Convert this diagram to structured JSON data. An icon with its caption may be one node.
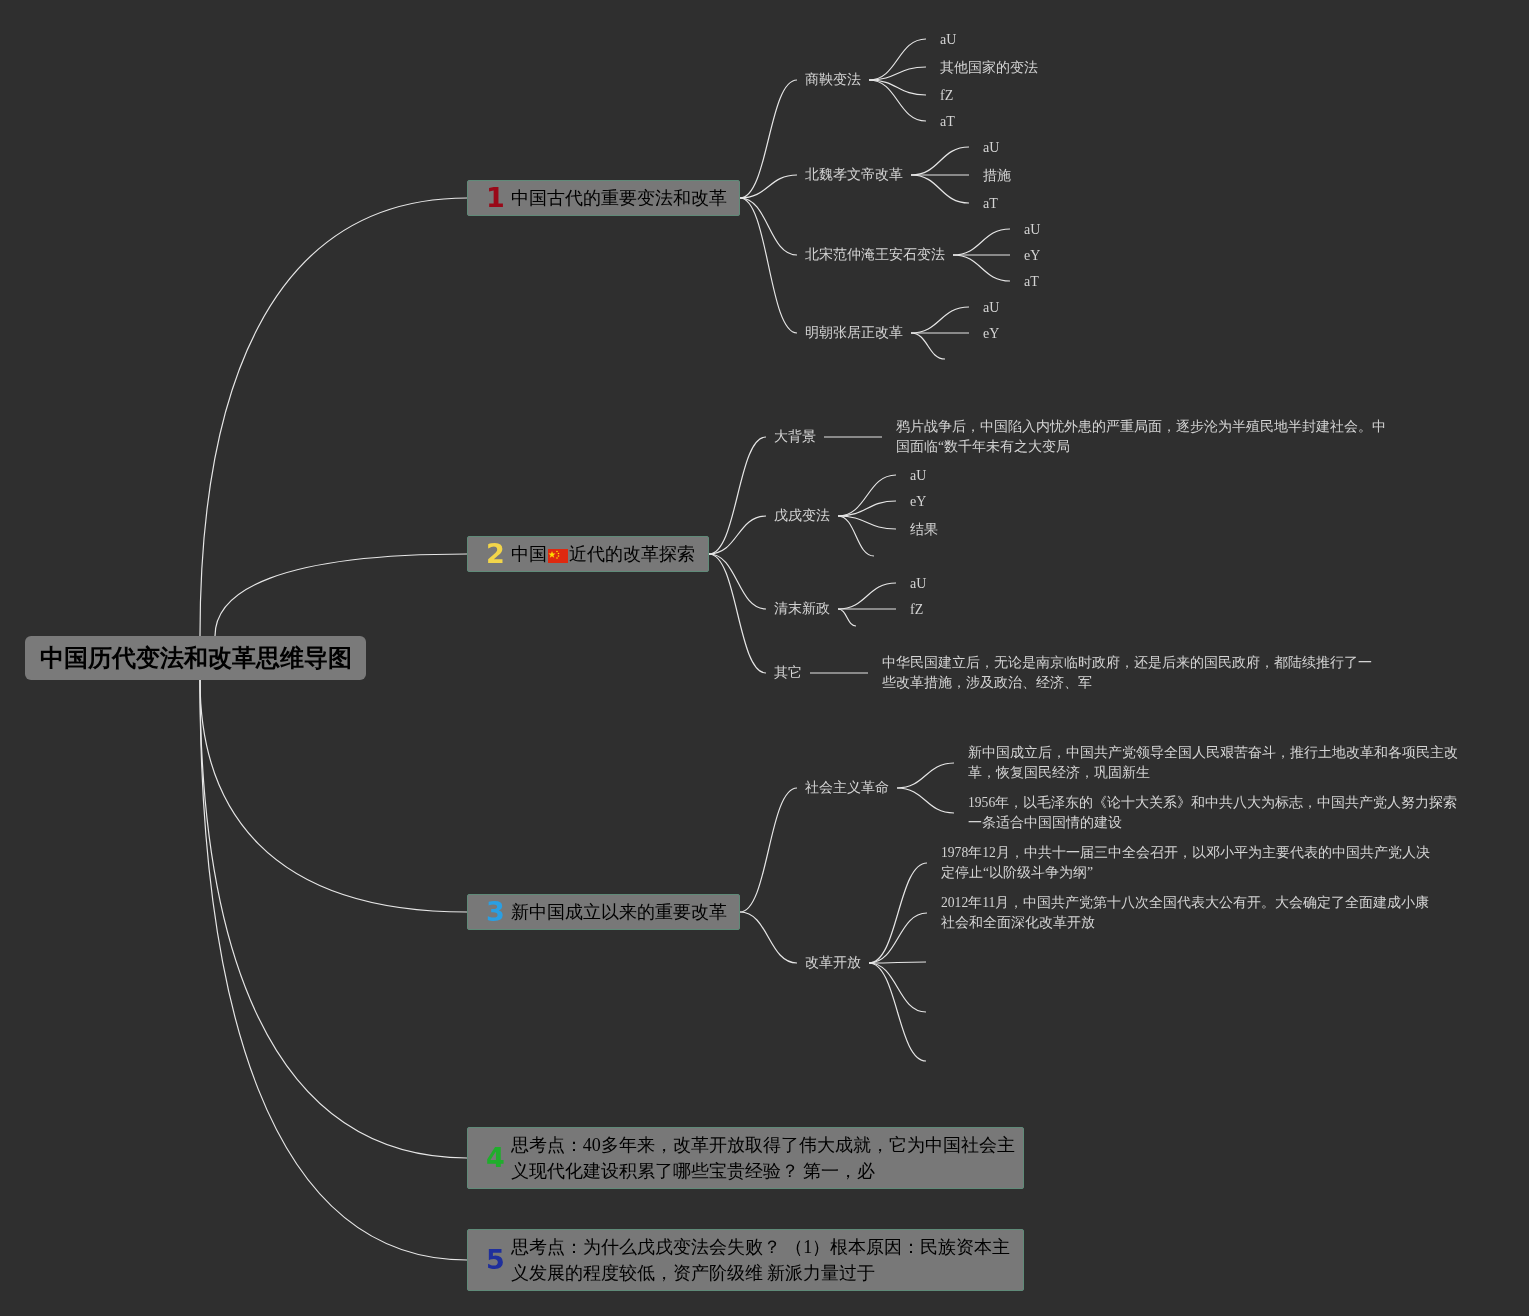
{
  "diagram": {
    "nodes": [
      {
        "text": [
          "中国历代变法和改革思维导图"
        ]
      },
      {
        "text": [
          "1",
          "中国古代的重要变法和改革"
        ]
      },
      {
        "text": [
          "商鞅变法"
        ]
      },
      {
        "text": [
          "aU"
        ]
      },
      {
        "text": [
          "其他国家的变法"
        ]
      },
      {
        "text": [
          "fZ"
        ]
      },
      {
        "text": [
          "aT"
        ]
      },
      {
        "text": [
          "北魏孝文帝改革"
        ]
      },
      {
        "text": [
          "aU"
        ]
      },
      {
        "text": [
          "措施"
        ]
      },
      {
        "text": [
          "aT"
        ]
      },
      {
        "text": [
          "北宋范仲淹王安石变法"
        ]
      },
      {
        "text": [
          "aU"
        ]
      },
      {
        "text": [
          "eY"
        ]
      },
      {
        "text": [
          "aT"
        ]
      },
      {
        "text": [
          "明朝张居正改革"
        ]
      },
      {
        "text": [
          "aU"
        ]
      },
      {
        "text": [
          "eY"
        ]
      },
      {
        "text": [
          "2",
          "中国",
          "近代的改革探索"
        ]
      },
      {
        "text": [
          "大背景"
        ]
      },
      {
        "text": [
          "鸦片战争后，中国陷入内忧外患的严重局面，逐步沦为半殖民地半封建社会。中国面临“数千年未有之大变局"
        ]
      },
      {
        "text": [
          "戊戌变法"
        ]
      },
      {
        "text": [
          "aU"
        ]
      },
      {
        "text": [
          "eY"
        ]
      },
      {
        "text": [
          "结果"
        ]
      },
      {
        "text": [
          "清末新政"
        ]
      },
      {
        "text": [
          "aU"
        ]
      },
      {
        "text": [
          "fZ"
        ]
      },
      {
        "text": [
          "其它"
        ]
      },
      {
        "text": [
          "中华民国建立后，无论是南京临时政府，还是后来的国民政府，都陆续推行了一些改革措施，涉及政治、经济、军"
        ]
      },
      {
        "text": [
          "3",
          "新中国成立以来的重要改革"
        ]
      },
      {
        "text": [
          "社会主义革命"
        ]
      },
      {
        "text": [
          "新中国成立后，中国共产党领导全国人民艰苦奋斗，推行土地改革和各项民主改革，恢复国民经济，巩固新生"
        ]
      },
      {
        "text": [
          "1956年，以毛泽东的《论十大关系》和中共八大为标志，中国共产党人努力探索一条适合中国国情的建设"
        ]
      },
      {
        "text": [
          "改革开放"
        ]
      },
      {
        "text": [
          "1978年12月，中共十一届三中全会召开，以邓小平为主要代表的中国共产党人决定停止“以阶级斗争为纲”"
        ]
      },
      {
        "text": [
          "2012年11月，中国共产党第十八次全国代表大公有开。大会确定了全面建成小康社会和全面深化改革开放"
        ]
      },
      {
        "text": [
          "4",
          "思考点：40多年来，改革开放取得了伟大成就，它为中国社会主义现代化建设积累了哪些宝贵经验？ 第一，必"
        ]
      },
      {
        "text": [
          "5",
          "思考点：为什么戊戌变法会失败？ （1）根本原因：民族资本主义发展的程度较低，资产阶级维 新派力量过于"
        ]
      }
    ],
    "edges": [
      {
        "from": 0,
        "to": 1,
        "arrow": "none"
      },
      {
        "from": 0,
        "to": 18,
        "arrow": "none"
      },
      {
        "from": 0,
        "to": 30,
        "arrow": "none"
      },
      {
        "from": 0,
        "to": 37,
        "arrow": "none"
      },
      {
        "from": 0,
        "to": 38,
        "arrow": "none"
      },
      {
        "from": 1,
        "to": 2,
        "arrow": "none"
      },
      {
        "from": 1,
        "to": 7,
        "arrow": "none"
      },
      {
        "from": 1,
        "to": 11,
        "arrow": "none"
      },
      {
        "from": 1,
        "to": 15,
        "arrow": "none"
      },
      {
        "from": 2,
        "to": 3,
        "arrow": "none"
      },
      {
        "from": 2,
        "to": 4,
        "arrow": "none"
      },
      {
        "from": 2,
        "to": 5,
        "arrow": "none"
      },
      {
        "from": 2,
        "to": 6,
        "arrow": "none"
      },
      {
        "from": 7,
        "to": 8,
        "arrow": "none"
      },
      {
        "from": 7,
        "to": 9,
        "arrow": "none"
      },
      {
        "from": 7,
        "to": 10,
        "arrow": "none"
      },
      {
        "from": 11,
        "to": 12,
        "arrow": "none"
      },
      {
        "from": 11,
        "to": 13,
        "arrow": "none"
      },
      {
        "from": 11,
        "to": 14,
        "arrow": "none"
      },
      {
        "from": 15,
        "to": 16,
        "arrow": "none"
      },
      {
        "from": 15,
        "to": 17,
        "arrow": "none"
      },
      {
        "from": 15,
        "to": null,
        "arrow": "none"
      },
      {
        "from": 18,
        "to": 19,
        "arrow": "none"
      },
      {
        "from": 18,
        "to": 21,
        "arrow": "none"
      },
      {
        "from": 18,
        "to": 25,
        "arrow": "none"
      },
      {
        "from": 18,
        "to": 28,
        "arrow": "none"
      },
      {
        "from": 19,
        "to": 20,
        "arrow": "none"
      },
      {
        "from": 21,
        "to": 22,
        "arrow": "none"
      },
      {
        "from": 21,
        "to": 23,
        "arrow": "none"
      },
      {
        "from": 21,
        "to": 24,
        "arrow": "none"
      },
      {
        "from": 21,
        "to": null,
        "arrow": "none"
      },
      {
        "from": 25,
        "to": 26,
        "arrow": "none"
      },
      {
        "from": 25,
        "to": 27,
        "arrow": "none"
      },
      {
        "from": 25,
        "to": null,
        "arrow": "none"
      },
      {
        "from": 28,
        "to": 29,
        "arrow": "none"
      },
      {
        "from": 30,
        "to": 31,
        "arrow": "none"
      },
      {
        "from": 30,
        "to": 34,
        "arrow": "none"
      },
      {
        "from": 31,
        "to": 32,
        "arrow": "none"
      },
      {
        "from": 31,
        "to": 33,
        "arrow": "none"
      },
      {
        "from": 34,
        "to": 35,
        "arrow": "none"
      },
      {
        "from": 34,
        "to": 36,
        "arrow": "none"
      },
      {
        "from": 34,
        "to": null,
        "arrow": "none"
      },
      {
        "from": 34,
        "to": null,
        "arrow": "none"
      },
      {
        "from": 34,
        "to": null,
        "arrow": "none"
      }
    ]
  }
}
